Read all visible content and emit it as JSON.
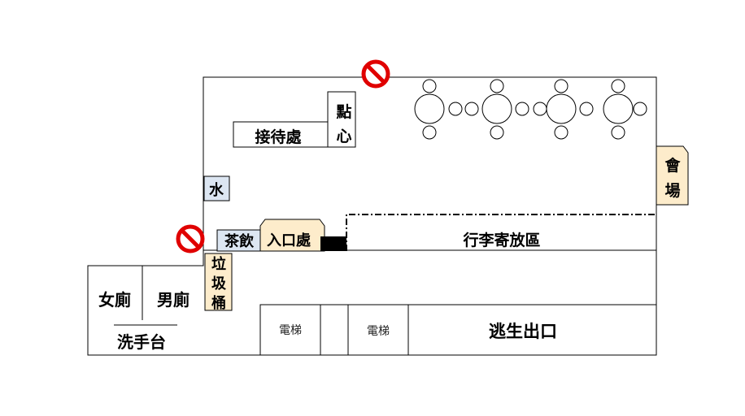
{
  "labels": {
    "reception": "接待處",
    "snack_1": "點",
    "snack_2": "心",
    "water": "水",
    "tea": "茶飲",
    "entrance": "入口處",
    "luggage": "行李寄放區",
    "venue_1": "會",
    "venue_2": "場",
    "trash_1": "垃",
    "trash_2": "圾",
    "trash_3": "桶",
    "women_restroom": "女廁",
    "men_restroom": "男廁",
    "sink": "洗手台",
    "elevator_1": "電梯",
    "elevator_2": "電梯",
    "exit": "逃生出口"
  },
  "colors": {
    "line": "#000000",
    "water_fill": "#dce6f2",
    "tea_fill": "#dce6f2",
    "entrance_fill": "#fdeccb",
    "venue_fill": "#fdeccb",
    "trash_fill": "#fdeccb",
    "no_entry": "#e00000"
  },
  "icons": {
    "no_entry": "no-entry-icon",
    "table": "round-table-icon",
    "chair": "chair-icon"
  }
}
